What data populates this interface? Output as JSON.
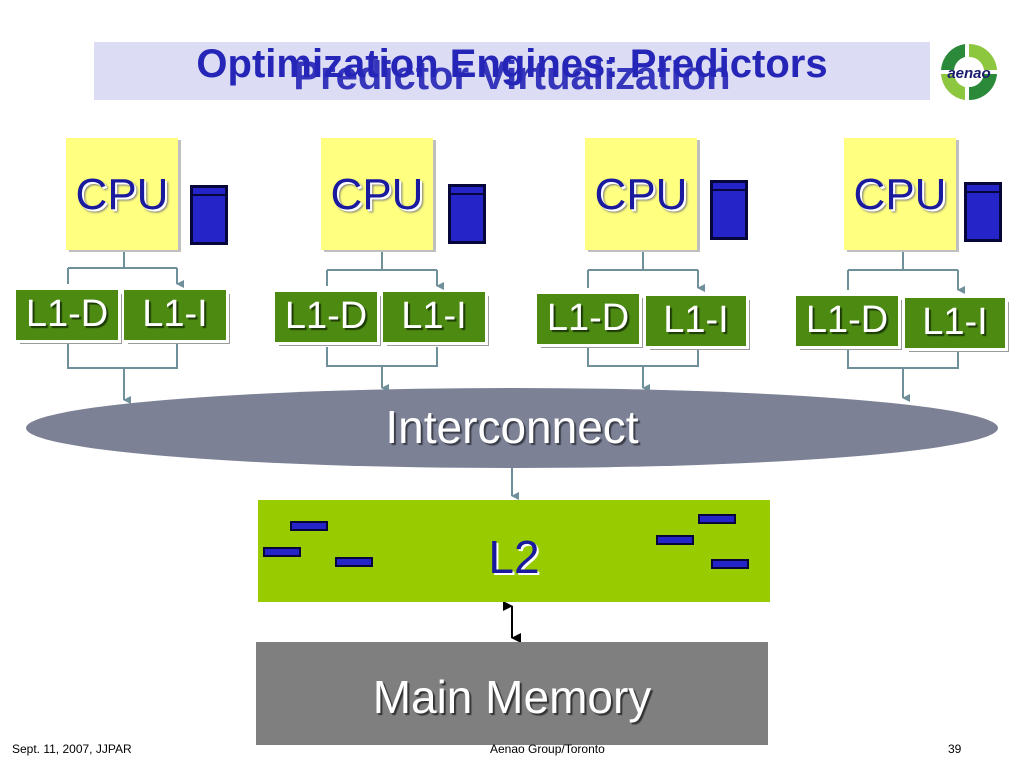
{
  "slide": {
    "title": "Optimization Engines: Predictors",
    "overlapping_title": "Predictor Virtualization",
    "logo_text": "aenao",
    "cpu_label": "CPU",
    "l1d_label": "L1-D",
    "l1i_label": "L1-I",
    "interconnect_label": "Interconnect",
    "l2_label": "L2",
    "memory_label": "Main Memory",
    "footer_left": "Sept. 11, 2007, JJPAR",
    "footer_center": "Aenao Group/Toronto",
    "footer_right": "39"
  },
  "colors": {
    "title_band": "#dcdcf4",
    "title_text": "#2525b8",
    "cpu_fill": "#ffff80",
    "predictor_fill": "#2424c8",
    "l1_fill": "#4d8a12",
    "interconnect_fill": "#7c8195",
    "l2_fill": "#99cc00",
    "memory_fill": "#7f7f7f"
  }
}
